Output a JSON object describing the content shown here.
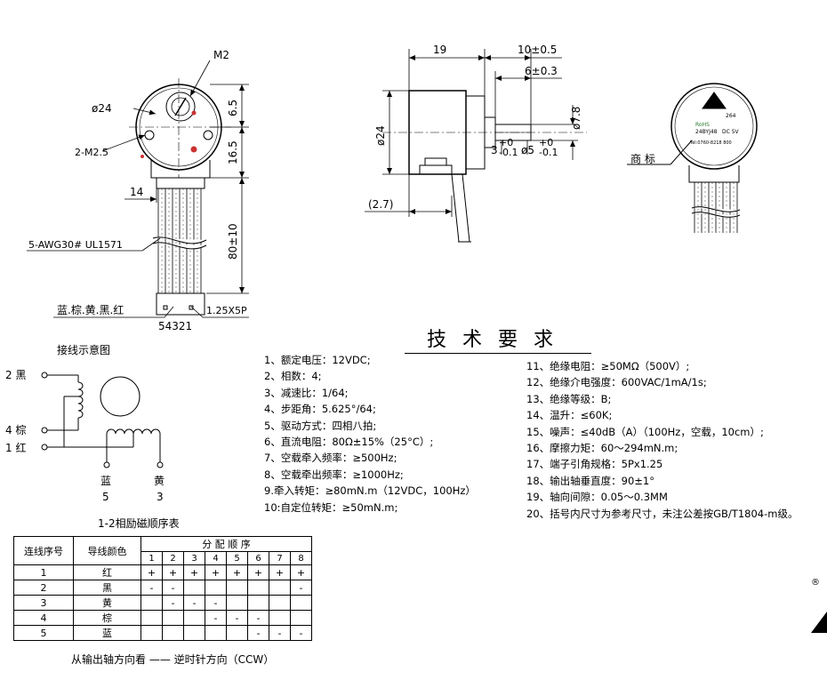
{
  "motor": {
    "m2_label": "M2",
    "dia24_label": "ø24",
    "holes_label": "2-M2.5",
    "dim_65": "6.5",
    "dim_165": "16.5",
    "dim_14": "14",
    "dim_80": "80±10",
    "wire_label": "5-AWG30# UL1571",
    "color_label": "蓝.棕.黄.黑.红",
    "connector_label": "1.25X5P",
    "pins_label": "54321"
  },
  "side": {
    "dim_19": "19",
    "dim_10": "10±0.5",
    "dim_6": "6±0.3",
    "dim_7_8": "ø7.8",
    "dia_24": "ø24",
    "dim_3": "3",
    "tol_3_up": "+0",
    "tol_3_dn": "-0.1",
    "dim_5": "ø5",
    "tol_5_up": "+0",
    "tol_5_dn": "-0.1",
    "dim_27": "(2.7)"
  },
  "trademark": {
    "label": "商 标",
    "rohs": "RoHS",
    "model": "24BYJ48",
    "voltage": "DC 5V",
    "tel": "Tel:0760-8218 800",
    "code": "264"
  },
  "wiring": {
    "title": "接线示意图",
    "w2": "2 黑",
    "w4": "4 棕",
    "w1": "1 红",
    "w5_name": "蓝",
    "w5_num": "5",
    "w3_name": "黄",
    "w3_num": "3"
  },
  "spec": {
    "title": "技术要求",
    "left": [
      "1、额定电压：12VDC;",
      "2、相数：4;",
      "3、减速比：1/64;",
      "4、步距角：5.625°/64;",
      "5、驱动方式：四相八拍;",
      "6、直流电阻：80Ω±15%（25°C）;",
      "7、空载牵入频率：≥500Hz;",
      "8、空载牵出频率：≥1000Hz;",
      "9.牵入转矩：≥80mN.m（12VDC，100Hz）",
      "10:自定位转矩：≥50mN.m;"
    ],
    "right": [
      "11、绝缘电阻：≥50MΩ（500V）;",
      "12、绝缘介电强度：600VAC/1mA/1s;",
      "13、绝缘等级：B;",
      "14、温升：≤60K;",
      "15、噪声：≤40dB（A）（100Hz，空载，10cm）;",
      "16、摩擦力矩：60～294mN.m;",
      "17、端子引角规格：5Px1.25",
      "18、输出轴垂直度：90±1°",
      "19、轴向间隙：0.05～0.3MM",
      "20、括号内尺寸为参考尺寸，未注公差按GB/T1804-m级。"
    ]
  },
  "sequence": {
    "caption": "1-2相励磁顺序表",
    "col_seq": "连线序号",
    "col_color": "导线颜色",
    "col_order": "分 配 顺 序",
    "steps": [
      "1",
      "2",
      "3",
      "4",
      "5",
      "6",
      "7",
      "8"
    ],
    "rows": [
      {
        "no": "1",
        "color": "红",
        "cells": [
          "+",
          "+",
          "+",
          "+",
          "+",
          "+",
          "+",
          "+"
        ]
      },
      {
        "no": "2",
        "color": "黑",
        "cells": [
          "-",
          "-",
          "",
          "",
          "",
          "",
          "",
          "-"
        ]
      },
      {
        "no": "3",
        "color": "黄",
        "cells": [
          "",
          "-",
          "-",
          "-",
          "",
          "",
          "",
          ""
        ]
      },
      {
        "no": "4",
        "color": "棕",
        "cells": [
          "",
          "",
          "",
          "-",
          "-",
          "-",
          "",
          ""
        ]
      },
      {
        "no": "5",
        "color": "蓝",
        "cells": [
          "",
          "",
          "",
          "",
          "",
          "-",
          "-",
          "-"
        ]
      }
    ],
    "footer": "从输出轴方向看 —— 逆时针方向（CCW）"
  },
  "logo": {
    "registered": "®"
  }
}
